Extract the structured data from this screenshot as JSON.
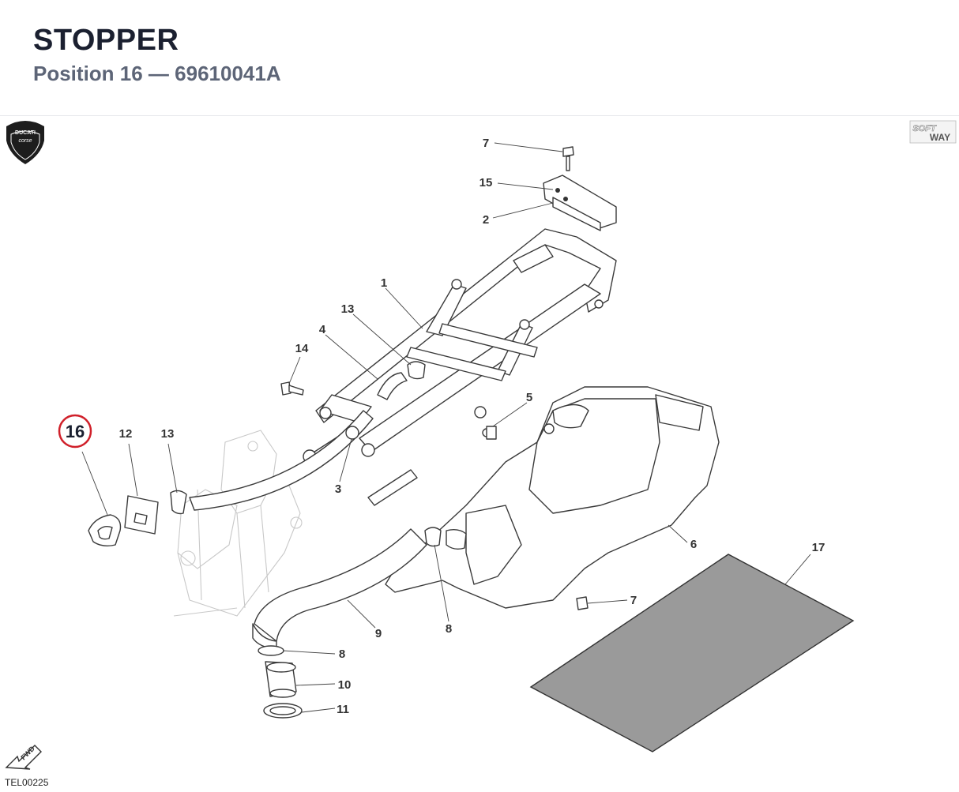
{
  "header": {
    "title": "STOPPER",
    "subtitle": "Position 16 — 69610041A"
  },
  "brands": {
    "left_logo_line1": "DUCATI",
    "left_logo_line2": "corse",
    "right_logo_line1": "SOFT",
    "right_logo_line2": "WAY"
  },
  "highlight": {
    "label": "16",
    "color": "#d0202a"
  },
  "callouts": [
    "7",
    "15",
    "2",
    "1",
    "13",
    "4",
    "14",
    "5",
    "12",
    "13",
    "3",
    "6",
    "17",
    "7",
    "9",
    "8",
    "8",
    "10",
    "11"
  ],
  "fwd_label": "FWD",
  "drawing_ref": "TEL00225"
}
